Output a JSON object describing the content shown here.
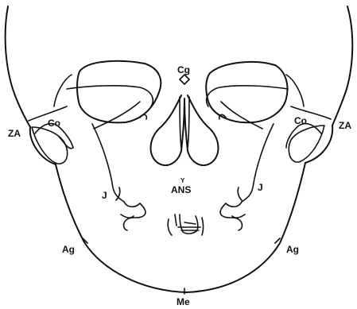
{
  "diagram": {
    "landmarks": {
      "cg": "Cg",
      "za_left": "ZA",
      "za_right": "ZA",
      "co_left": "Co",
      "co_right": "Co",
      "j_left": "J",
      "j_right": "J",
      "ans_marker": "Y",
      "ans": "ANS",
      "ag_left": "Ag",
      "ag_right": "Ag",
      "me": "Me"
    }
  }
}
